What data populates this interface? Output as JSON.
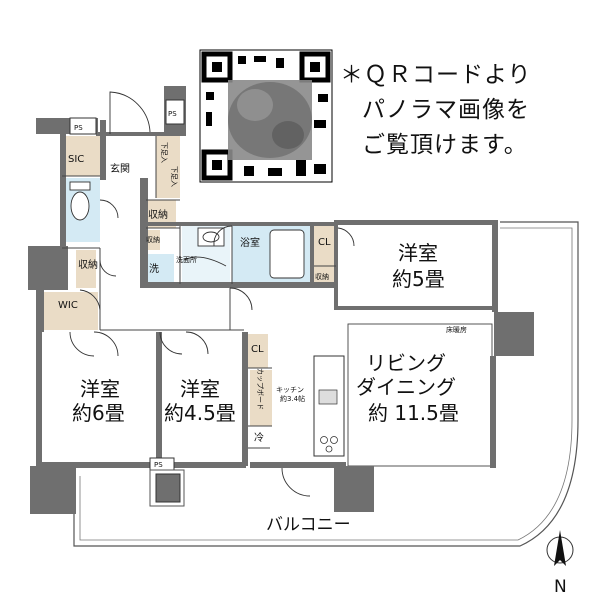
{
  "note": {
    "line1": "＊ＱＲコードより",
    "line2": "パノラマ画像を",
    "line3": "ご覧頂けます。"
  },
  "rooms": {
    "western_5": {
      "name": "洋室",
      "size": "約5畳"
    },
    "western_6": {
      "name": "洋室",
      "size": "約6畳"
    },
    "western_45": {
      "name": "洋室",
      "size": "約4.5畳"
    },
    "ldk": {
      "line1": "リビング",
      "line2": "ダイニング",
      "size": "約 11.5畳",
      "floor_heating": "床暖房"
    },
    "kitchen": {
      "name": "キッチン",
      "size": "約3.4帖"
    },
    "balcony": "バルコニー",
    "entrance": "玄関",
    "bath": "浴室",
    "washroom": "洗面所",
    "laundry": "洗",
    "storage": "収納",
    "storage_small": "収納",
    "sic": "SIC",
    "wic": "WIC",
    "cl": "CL",
    "ps": "PS",
    "cupboard": "カップボード",
    "fridge": "冷",
    "step_down_1": "下足入",
    "step_down_2": "下足入"
  },
  "compass": {
    "label": "N"
  },
  "colors": {
    "wall": "#6f6f6f",
    "wall_dark": "#595959",
    "storage_fill": "#eadcc6",
    "water_fill": "#d4eaf4",
    "floor": "#ffffff",
    "line": "#333333"
  }
}
